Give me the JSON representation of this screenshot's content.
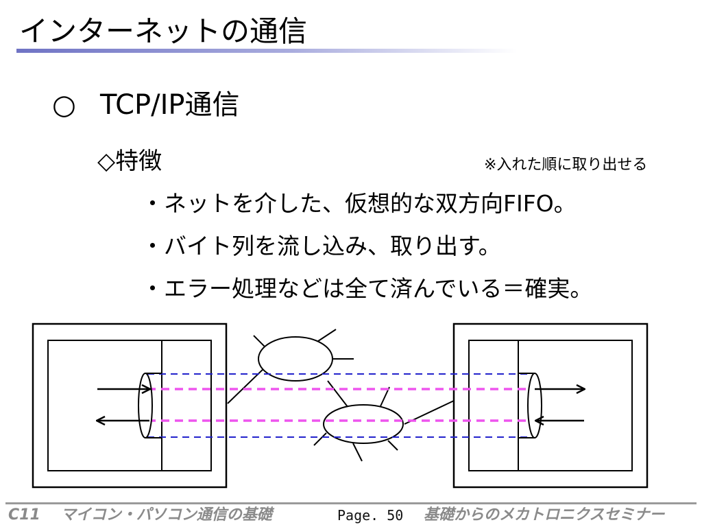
{
  "slide": {
    "title": "インターネットの通信",
    "heading_mark": "○",
    "heading_text": "TCP/IP通信",
    "subheading": "◇特徴",
    "note": "※入れた順に取り出せる",
    "bullets": [
      "・ネットを介した、仮想的な双方向FIFO。",
      "・バイト列を流し込み、取り出す。",
      "・エラー処理などは全て済んでいる＝確実。"
    ]
  },
  "colors": {
    "title_rule": "#6f73c4",
    "stream_outer": "#2222cc",
    "stream_inner": "#ee55ee",
    "footer_text": "#8a8a8a"
  },
  "footer": {
    "code": "C11",
    "course": "マイコン・パソコン通信の基礎",
    "page": "Page. 50",
    "series": "基礎からのメカトロニクスセミナー"
  }
}
